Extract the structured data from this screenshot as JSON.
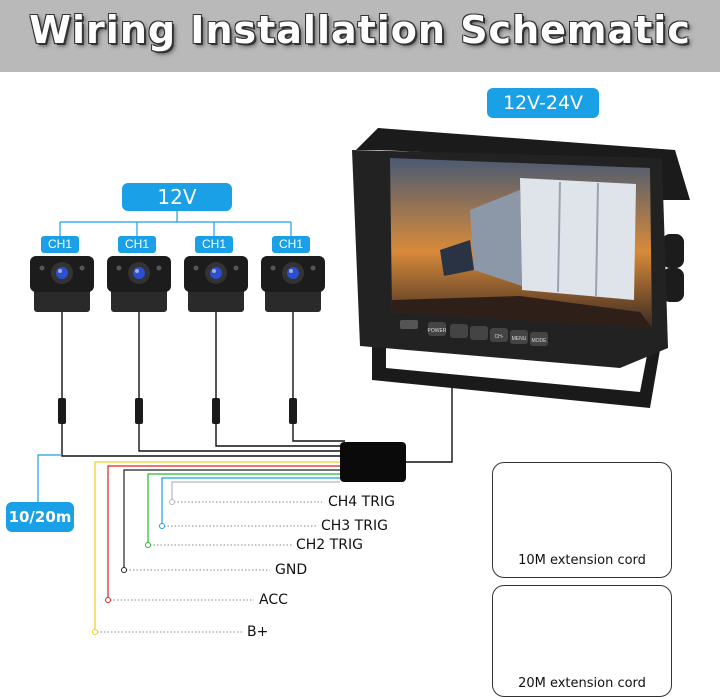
{
  "title": "Wiring Installation Schematic",
  "monitor_voltage": "12V-24V",
  "camera_voltage": "12V",
  "cable_length": "10/20m",
  "cameras": [
    {
      "channel": "CH1"
    },
    {
      "channel": "CH1"
    },
    {
      "channel": "CH1"
    },
    {
      "channel": "CH1"
    }
  ],
  "monitor_buttons": [
    "POWER",
    "CH-",
    "MENU",
    "MODE"
  ],
  "wires": [
    {
      "label": "CH4 TRIG",
      "color": "#b8b8b8"
    },
    {
      "label": "CH3 TRIG",
      "color": "#1aa0e6"
    },
    {
      "label": "CH2 TRIG",
      "color": "#22bb33"
    },
    {
      "label": "GND",
      "color": "#222222"
    },
    {
      "label": "ACC",
      "color": "#e02020"
    },
    {
      "label": "B+",
      "color": "#f0d020"
    }
  ],
  "extension_cords": [
    {
      "label": "10M extension cord"
    },
    {
      "label": "20M extension cord"
    }
  ]
}
